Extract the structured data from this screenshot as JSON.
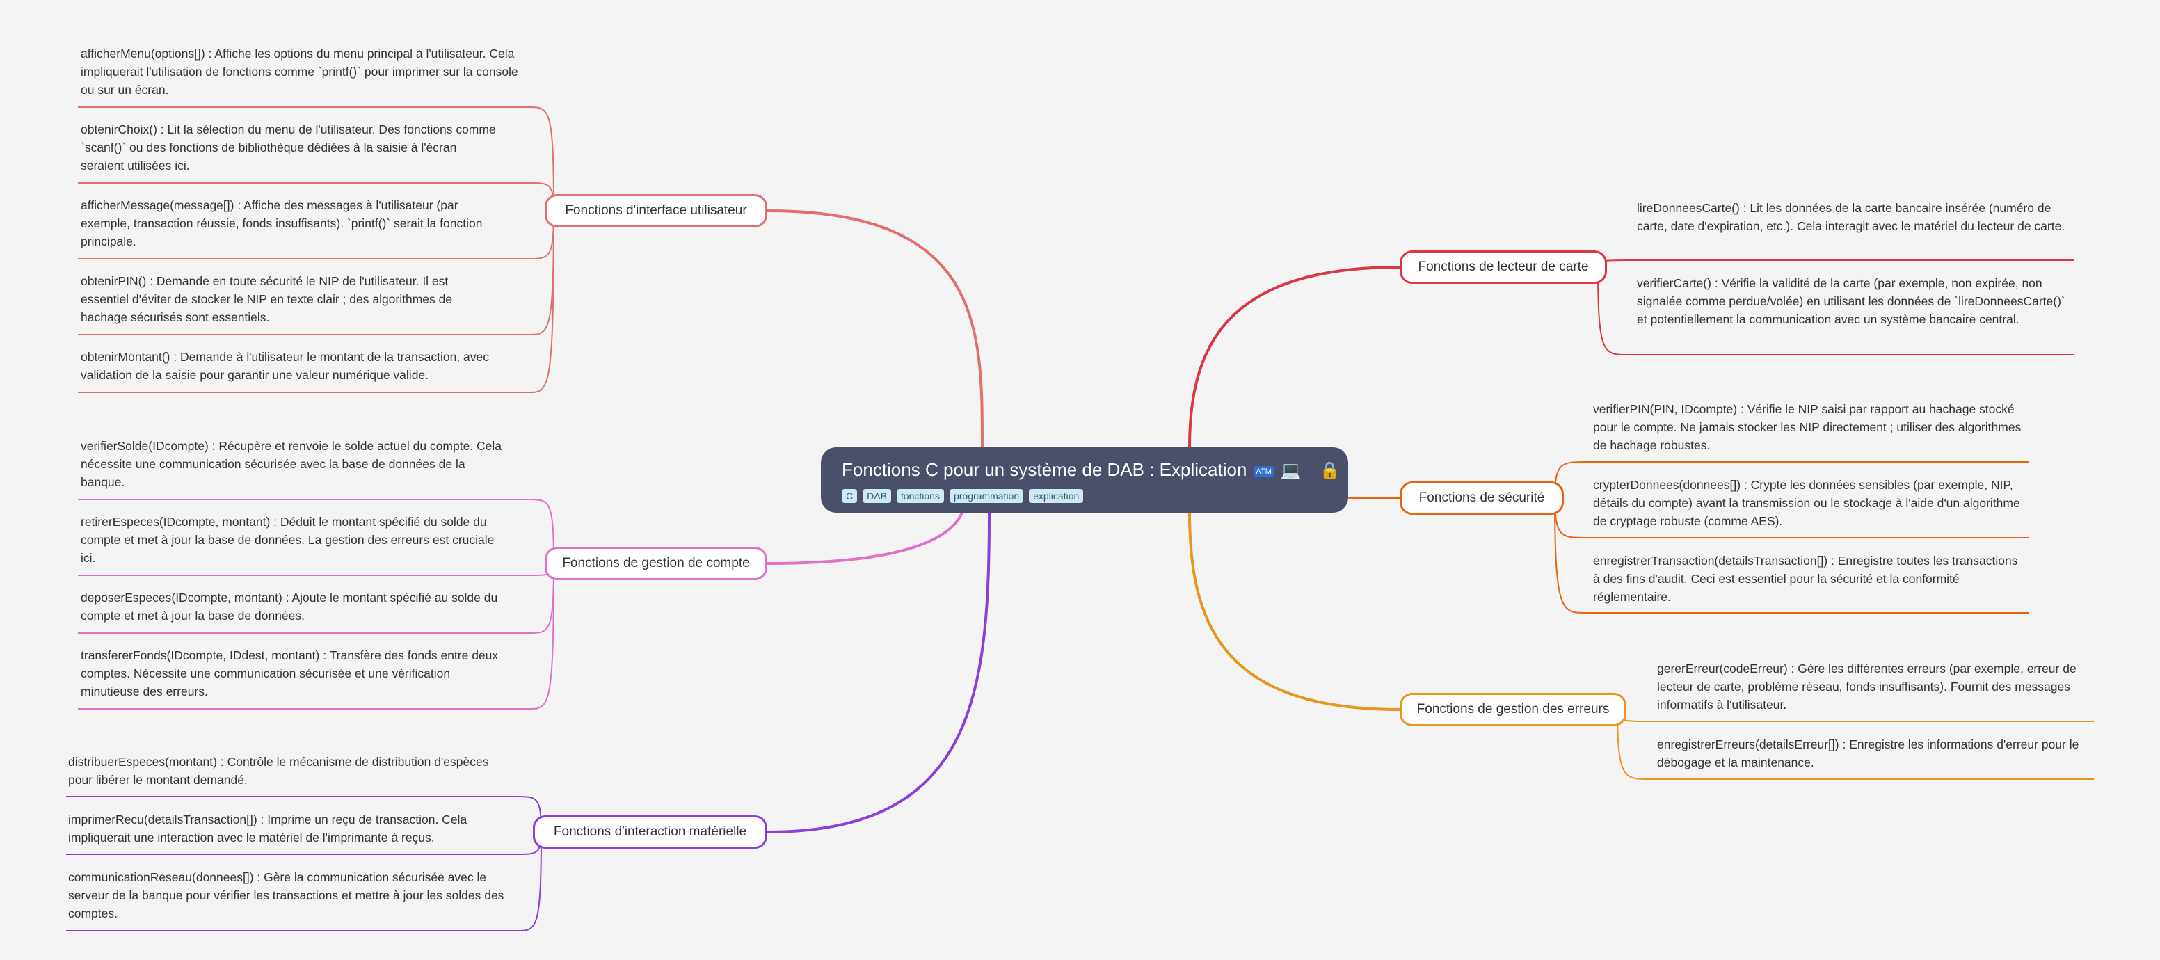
{
  "central": {
    "title": "Fonctions C pour un système de DAB : Explication",
    "icons": [
      "atm-icon",
      "laptop-icon",
      "lock-icon"
    ],
    "tags": [
      "C",
      "DAB",
      "fonctions",
      "programmation",
      "explication"
    ]
  },
  "branches": [
    {
      "label": "Fonctions d'interface utilisateur",
      "color": "#e07070",
      "leaves": [
        "afficherMenu(options[]) : Affiche les options du menu principal à l'utilisateur. Cela impliquerait l'utilisation de fonctions comme `printf()` pour imprimer sur la console ou sur un écran.",
        "obtenirChoix() : Lit la sélection du menu de l'utilisateur. Des fonctions comme `scanf()` ou des fonctions de bibliothèque dédiées à la saisie à l'écran seraient utilisées ici.",
        "afficherMessage(message[]) : Affiche des messages à l'utilisateur (par exemple, transaction réussie, fonds insuffisants). `printf()` serait la fonction principale.",
        "obtenirPIN() : Demande en toute sécurité le NIP de l'utilisateur. Il est essentiel d'éviter de stocker le NIP en texte clair ; des algorithmes de hachage sécurisés sont essentiels.",
        "obtenirMontant() : Demande à l'utilisateur le montant de la transaction, avec validation de la saisie pour garantir une valeur numérique valide."
      ]
    },
    {
      "label": "Fonctions de gestion de compte",
      "color": "#e070c8",
      "leaves": [
        "verifierSolde(IDcompte) : Récupère et renvoie le solde actuel du compte. Cela nécessite une communication sécurisée avec la base de données de la banque.",
        "retirerEspeces(IDcompte, montant) : Déduit le montant spécifié du solde du compte et met à jour la base de données. La gestion des erreurs est cruciale ici.",
        "deposerEspeces(IDcompte, montant) : Ajoute le montant spécifié au solde du compte et met à jour la base de données.",
        "transfererFonds(IDcompte, IDdest, montant) : Transfère des fonds entre deux comptes. Nécessite une communication sécurisée et une vérification minutieuse des erreurs."
      ]
    },
    {
      "label": "Fonctions d'interaction matérielle",
      "color": "#8a3fd8",
      "leaves": [
        "distribuerEspeces(montant) : Contrôle le mécanisme de distribution d'espèces pour libérer le montant demandé.",
        "imprimerRecu(detailsTransaction[]) : Imprime un reçu de transaction. Cela impliquerait une interaction avec le matériel de l'imprimante à reçus.",
        "communicationReseau(donnees[]) : Gère la communication sécurisée avec le serveur de la banque pour vérifier les transactions et mettre à jour les soldes des comptes."
      ]
    },
    {
      "label": "Fonctions de lecteur de carte",
      "color": "#dc3545",
      "leaves": [
        "lireDonneesCarte() : Lit les données de la carte bancaire insérée (numéro de carte, date d'expiration, etc.). Cela interagit avec le matériel du lecteur de carte.",
        "verifierCarte() : Vérifie la validité de la carte (par exemple, non expirée, non signalée comme perdue/volée) en utilisant les données de `lireDonneesCarte()` et potentiellement la communication avec un système bancaire central."
      ]
    },
    {
      "label": "Fonctions de sécurité",
      "color": "#e8650e",
      "leaves": [
        "verifierPIN(PIN, IDcompte) : Vérifie le NIP saisi par rapport au hachage stocké pour le compte. Ne jamais stocker les NIP directement ; utiliser des algorithmes de hachage robustes.",
        "crypterDonnees(donnees[]) : Crypte les données sensibles (par exemple, NIP, détails du compte) avant la transmission ou le stockage à l'aide d'un algorithme de cryptage robuste (comme AES).",
        "enregistrerTransaction(detailsTransaction[]) : Enregistre toutes les transactions à des fins d'audit. Ceci est essentiel pour la sécurité et la conformité réglementaire."
      ]
    },
    {
      "label": "Fonctions de gestion des erreurs",
      "color": "#e8961e",
      "leaves": [
        "gererErreur(codeErreur) : Gère les différentes erreurs (par exemple, erreur de lecteur de carte, problème réseau, fonds insuffisants). Fournit des messages informatifs à l'utilisateur.",
        "enregistrerErreurs(detailsErreur[]) : Enregistre les informations d'erreur pour le débogage et la maintenance."
      ]
    }
  ]
}
